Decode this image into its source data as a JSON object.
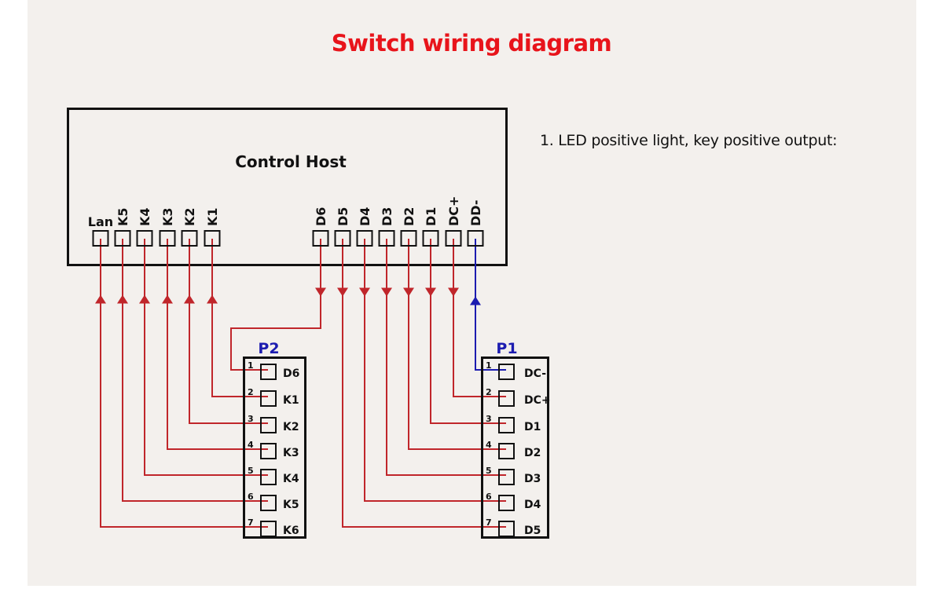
{
  "title": "Switch wiring diagram",
  "note": "1. LED positive light, key positive output:",
  "colors": {
    "title": "#e8141b",
    "wire": "#c0262b",
    "wire_negative": "#1c1cb0",
    "connector_label": "#1c1cb0",
    "background": "#f3f0ed"
  },
  "host": {
    "label": "Control Host",
    "terminals_left": [
      "Lan",
      "K5",
      "K4",
      "K3",
      "K2",
      "K1"
    ],
    "terminals_right": [
      "D6",
      "D5",
      "D4",
      "D3",
      "D2",
      "D1",
      "DC+",
      "DD-"
    ]
  },
  "connectors": [
    {
      "name": "P2",
      "pins": [
        {
          "num": "1",
          "label": "D6",
          "from": "D6",
          "direction": "down"
        },
        {
          "num": "2",
          "label": "K1",
          "from": "K1",
          "direction": "up"
        },
        {
          "num": "3",
          "label": "K2",
          "from": "K2",
          "direction": "up"
        },
        {
          "num": "4",
          "label": "K3",
          "from": "K3",
          "direction": "up"
        },
        {
          "num": "5",
          "label": "K4",
          "from": "K4",
          "direction": "up"
        },
        {
          "num": "6",
          "label": "K5",
          "from": "K5",
          "direction": "up"
        },
        {
          "num": "7",
          "label": "K6",
          "from": "Lan",
          "direction": "up"
        }
      ]
    },
    {
      "name": "P1",
      "pins": [
        {
          "num": "1",
          "label": "DC-",
          "from": "DD-",
          "direction": "up",
          "negative": true
        },
        {
          "num": "2",
          "label": "DC+",
          "from": "DC+",
          "direction": "down"
        },
        {
          "num": "3",
          "label": "D1",
          "from": "D1",
          "direction": "down"
        },
        {
          "num": "4",
          "label": "D2",
          "from": "D2",
          "direction": "down"
        },
        {
          "num": "5",
          "label": "D3",
          "from": "D3",
          "direction": "down"
        },
        {
          "num": "6",
          "label": "D4",
          "from": "D4",
          "direction": "down"
        },
        {
          "num": "7",
          "label": "D5",
          "from": "D5",
          "direction": "down"
        }
      ]
    }
  ]
}
